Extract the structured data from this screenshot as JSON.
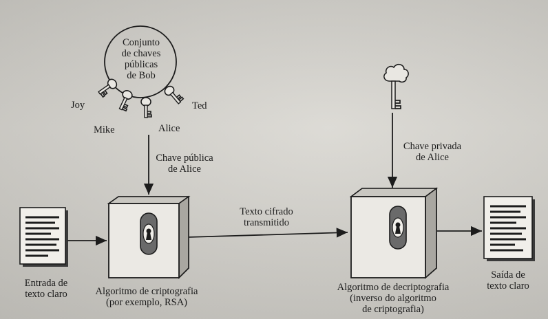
{
  "keyring": {
    "label": [
      "Conjunto",
      "de chaves",
      "públicas",
      "de Bob"
    ],
    "owners": [
      "Joy",
      "Mike",
      "Alice",
      "Ted"
    ]
  },
  "public_key_label": [
    "Chave pública",
    "de Alice"
  ],
  "private_key_label": [
    "Chave privada",
    "de Alice"
  ],
  "plaintext_input_label": [
    "Entrada de",
    "texto claro"
  ],
  "encryption_label": [
    "Algoritmo de criptografia",
    "(por exemplo, RSA)"
  ],
  "ciphertext_label": [
    "Texto cifrado",
    "transmitido"
  ],
  "decryption_label": [
    "Algoritmo de decriptografia",
    "(inverso do algoritmo",
    "de criptografia)"
  ],
  "plaintext_output_label": [
    "Saída de",
    "texto claro"
  ],
  "colors": {
    "ink": "#1c1c1c",
    "paper": "#d6d4ce",
    "box_front": "#ebe9e4",
    "box_top": "#c9c7c1"
  },
  "icons": [
    "document-icon",
    "lock-box-icon",
    "key-icon",
    "keyring-icon"
  ]
}
